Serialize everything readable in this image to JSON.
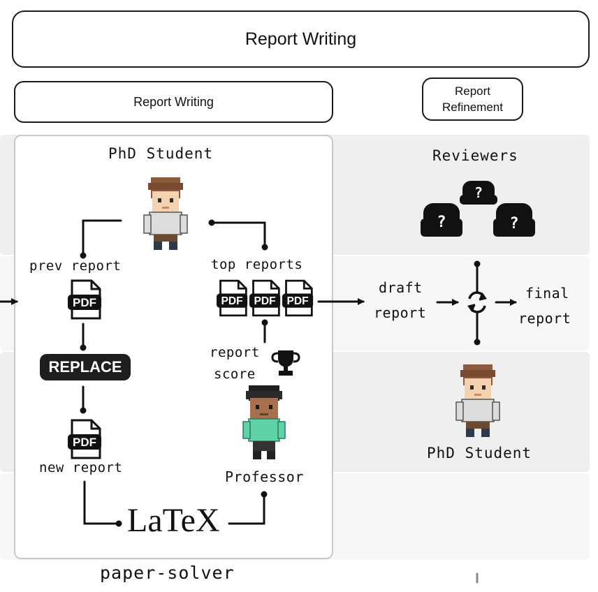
{
  "header": {
    "title": "Report Writing"
  },
  "stages": {
    "writing": "Report Writing",
    "refinement_line1": "Report",
    "refinement_line2": "Refinement"
  },
  "left_panel": {
    "phd_student_title": "PhD Student",
    "prev_report": "prev report",
    "top_reports": "top reports",
    "replace": "REPLACE",
    "new_report": "new report",
    "report_score_line1": "report",
    "report_score_line2": "score",
    "professor": "Professor",
    "latex": "LaTeX",
    "footer": "paper-solver",
    "pdf_label": "PDF"
  },
  "right_panel": {
    "reviewers_title": "Reviewers",
    "draft_line1": "draft",
    "draft_line2": "report",
    "final_line1": "final",
    "final_line2": "report",
    "phd_student_title": "PhD Student",
    "question_mark": "?"
  },
  "colors": {
    "band": "#eeeeee",
    "panel_border": "#c8c8c8",
    "dark": "#1a1a1a",
    "shirt_student": "#d9d9d9",
    "shirt_professor": "#5fd3a8",
    "hair_student": "#8b5a3c"
  }
}
